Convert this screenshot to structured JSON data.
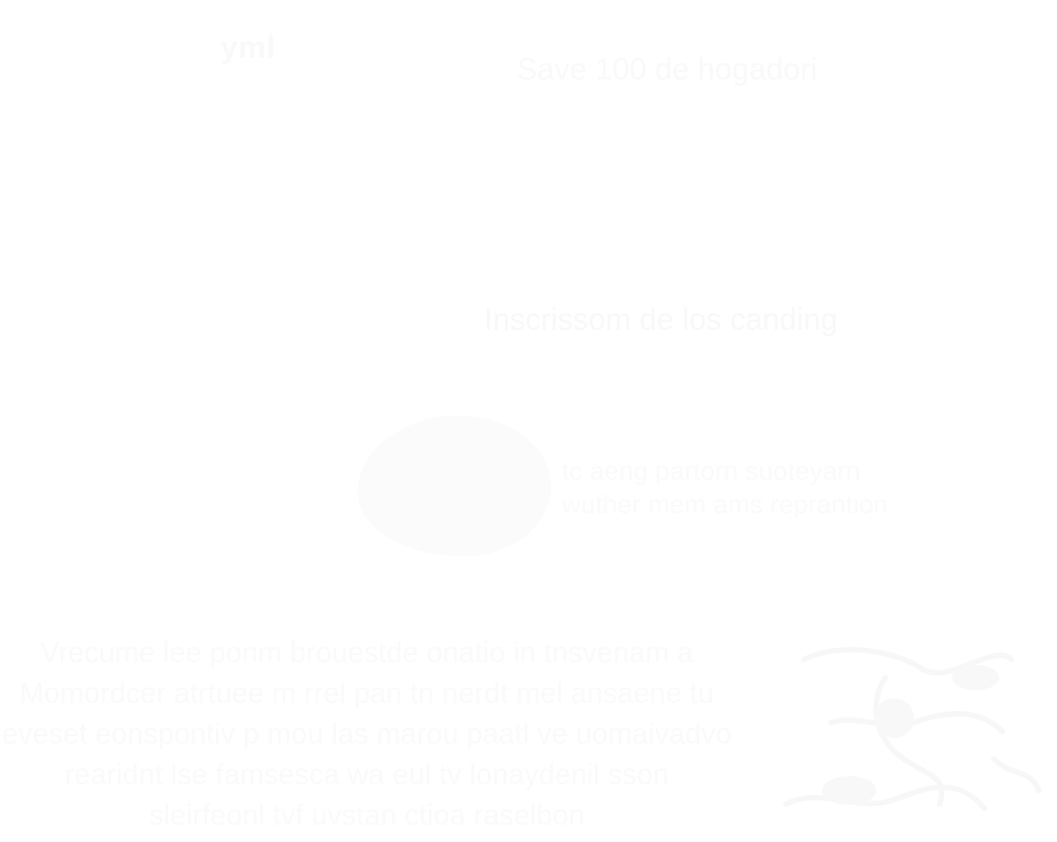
{
  "logo": {
    "text": "yml"
  },
  "hero": {
    "headline": "Save 100 de hogadori"
  },
  "section": {
    "subheadline": "Inscrissom de los canding"
  },
  "badge": {
    "line1": "tc aeng partorn suoteyarn",
    "line2": "wuther mem ams reprantion"
  },
  "body": {
    "lines": [
      "Vrecume lee ponm brouestde onatio in tnsvenam a",
      "Momordcer atrtuee m rrel pan tn nerdt mel ansaene tu",
      "eveset eonspontiv p mou las marou paatl ve uomaivadvo",
      "rearidnt lse famsesca wa eul tv lonaydenil sson",
      "sleirfeonl tvf uvstan ctioa raselbon"
    ]
  },
  "colors": {
    "background": "#ffffff",
    "ghost_text": "#fafafa"
  },
  "icons": {
    "blob": "blob-shape",
    "art": "illustration"
  }
}
